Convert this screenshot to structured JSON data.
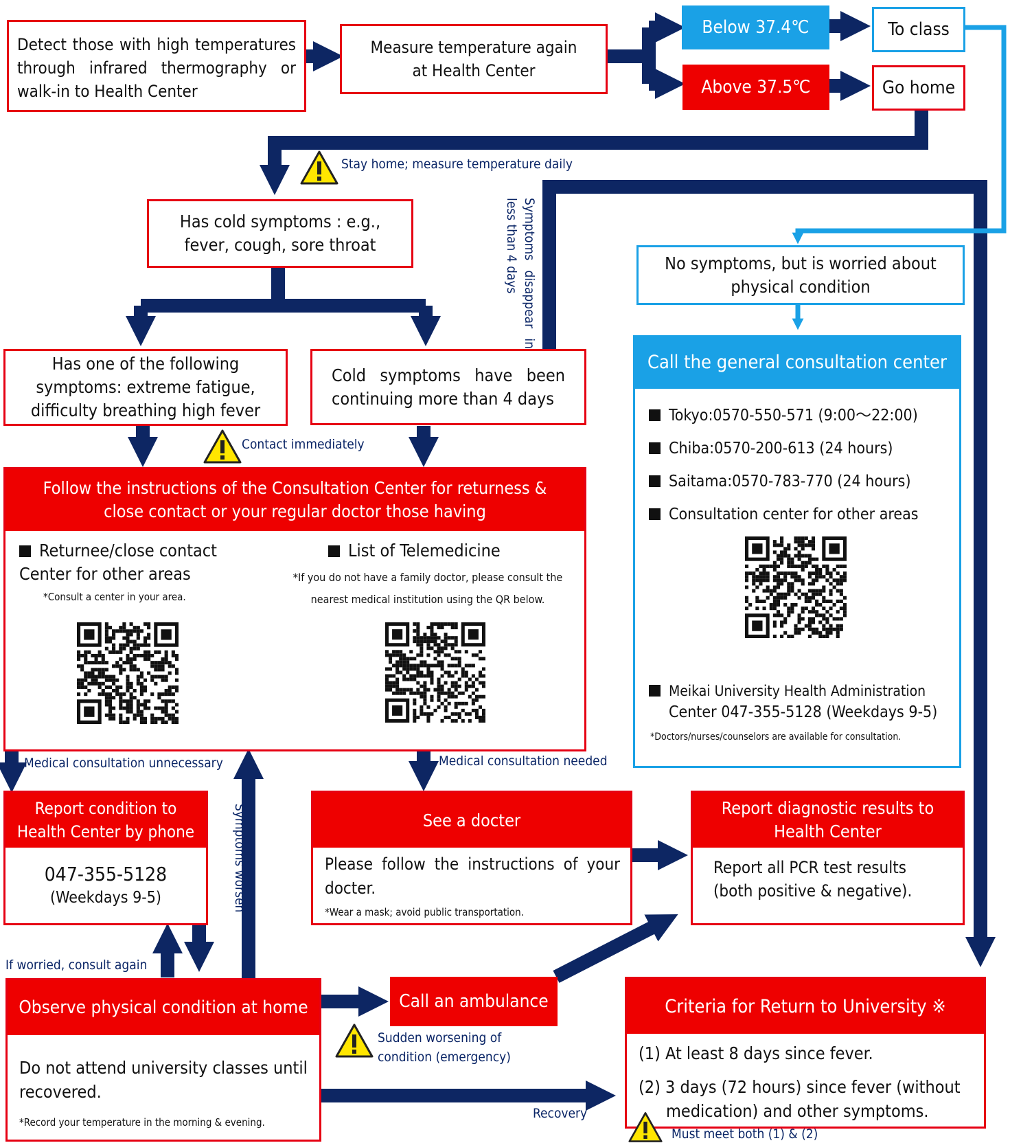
{
  "colors": {
    "red": "#ee0000",
    "blue": "#1aa1e6",
    "navy": "#0d2663",
    "warning": "#ffe600"
  },
  "detect": "Detect those with high temperatures through infrared thermography or walk-in to Health Center",
  "measure": "Measure temperature again at Health Center",
  "below": "Below 37.4℃",
  "above": "Above 37.5℃",
  "to_class": "To class",
  "go_home": "Go home",
  "stay_home": "Stay home; measure temperature daily",
  "cold_symptoms": "Has cold symptoms : e.g., fever, cough, sore throat",
  "symptoms_disappear": "Symptoms disappear in less than 4 days",
  "severe_symptoms": "Has one of the following symptoms: extreme fatigue, difficulty breathing high fever",
  "continuing": "Cold symptoms have been continuing more than 4 days",
  "contact_immediately": "Contact immediately",
  "follow": {
    "header": "Follow the instructions of the Consultation Center for returness & close contact or your regular doctor those having",
    "left_title": "Returnee/close contact Center for other areas",
    "left_note": "*Consult a center in your area.",
    "right_title": "List of Telemedicine",
    "right_note": "*If you do not have a family doctor, please consult the nearest medical institution using the QR below."
  },
  "no_symptoms": "No symptoms, but is worried about physical condition",
  "general": {
    "header": "Call the general consultation center",
    "lines": [
      "Tokyo:0570-550-571 (9:00～22:00)",
      "Chiba:0570-200-613 (24 hours)",
      "Saitama:0570-783-770 (24 hours)",
      "Consultation center for other areas"
    ],
    "meikai_1": "Meikai University Health Administration",
    "meikai_2": "Center 047-355-5128 (Weekdays 9-5)",
    "note": "*Doctors/nurses/counselors are available for consultation."
  },
  "unnecessary": "Medical consultation unnecessary",
  "needed": "Medical consultation needed",
  "report_phone": {
    "header": "Report condition to Health Center by phone",
    "phone": "047-355-5128",
    "hours": "(Weekdays 9-5)"
  },
  "symptoms_worsen": "Symptoms worsen",
  "see_doctor": {
    "header": "See a docter",
    "body": "Please follow the instructions of your docter.",
    "note": "*Wear a mask; avoid public transportation."
  },
  "report_diag": {
    "header": "Report diagnostic results to Health Center",
    "body": "Report all PCR test results (both positive & negative)."
  },
  "if_worried": "If worried, consult again",
  "observe": {
    "header": "Observe physical condition at home",
    "body": "Do not attend university classes until recovered.",
    "note": "*Record your temperature in the morning & evening."
  },
  "ambulance": "Call an ambulance",
  "sudden": "Sudden worsening of condition (emergency)",
  "recovery": "Recovery",
  "criteria": {
    "header": "Criteria for Return to University ※",
    "c1": "(1) At least 8 days since fever.",
    "c2": "(2) 3 days (72 hours) since fever (without medication) and other symptoms.",
    "must": "Must meet both (1) & (2)"
  }
}
